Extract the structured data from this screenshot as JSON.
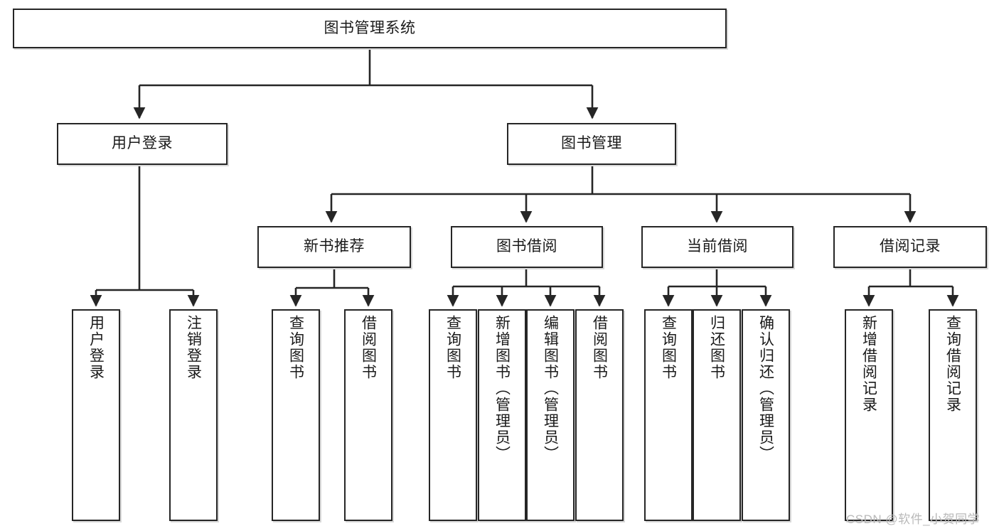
{
  "diagram": {
    "title": "图书管理系统",
    "type": "hierarchy-tree",
    "root": {
      "label": "图书管理系统"
    },
    "level2": [
      {
        "label": "用户登录"
      },
      {
        "label": "图书管理"
      }
    ],
    "level3": [
      {
        "label": "新书推荐"
      },
      {
        "label": "图书借阅"
      },
      {
        "label": "当前借阅"
      },
      {
        "label": "借阅记录"
      }
    ],
    "leaves": {
      "user_login": [
        {
          "label": "用户登录"
        },
        {
          "label": "注销登录"
        }
      ],
      "new_book_recommend": [
        {
          "label": "查询图书"
        },
        {
          "label": "借阅图书"
        }
      ],
      "book_borrow": [
        {
          "label": "查询图书"
        },
        {
          "label": "新增图书（管理员）"
        },
        {
          "label": "编辑图书（管理员）"
        },
        {
          "label": "借阅图书"
        }
      ],
      "current_borrow": [
        {
          "label": "查询图书"
        },
        {
          "label": "归还图书"
        },
        {
          "label": "确认归还（管理员）"
        }
      ],
      "borrow_record": [
        {
          "label": "新增借阅记录"
        },
        {
          "label": "查询借阅记录"
        }
      ]
    }
  },
  "watermark": {
    "text": "CSDN @软件_小贺同学"
  },
  "colors": {
    "border": "#262626",
    "shadow": "#d9d9d9",
    "text": "#1a1a1a",
    "background": "#ffffff",
    "watermark": "#b9b9b9"
  }
}
